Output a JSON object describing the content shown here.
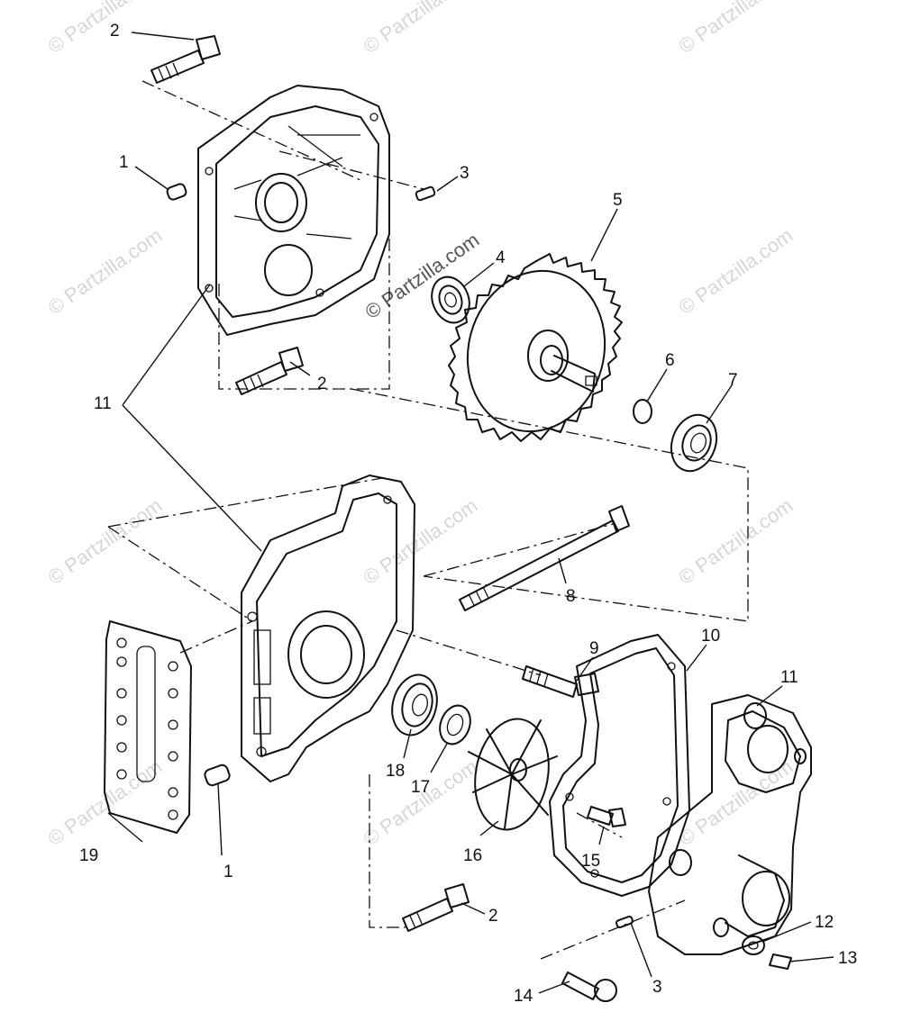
{
  "watermark": {
    "text": "© Partzilla.com",
    "center_text": "© Partzilla.com"
  },
  "callouts": {
    "c1a": "1",
    "c1b": "1",
    "c2a": "2",
    "c2b": "2",
    "c2c": "2",
    "c3a": "3",
    "c3b": "3",
    "c4": "4",
    "c5": "5",
    "c6": "6",
    "c7": "7",
    "c8": "8",
    "c9": "9",
    "c10": "10",
    "c11a": "11",
    "c11b": "11",
    "c12": "12",
    "c13": "13",
    "c14": "14",
    "c15": "15",
    "c16": "16",
    "c17": "17",
    "c18": "18",
    "c19": "19"
  }
}
